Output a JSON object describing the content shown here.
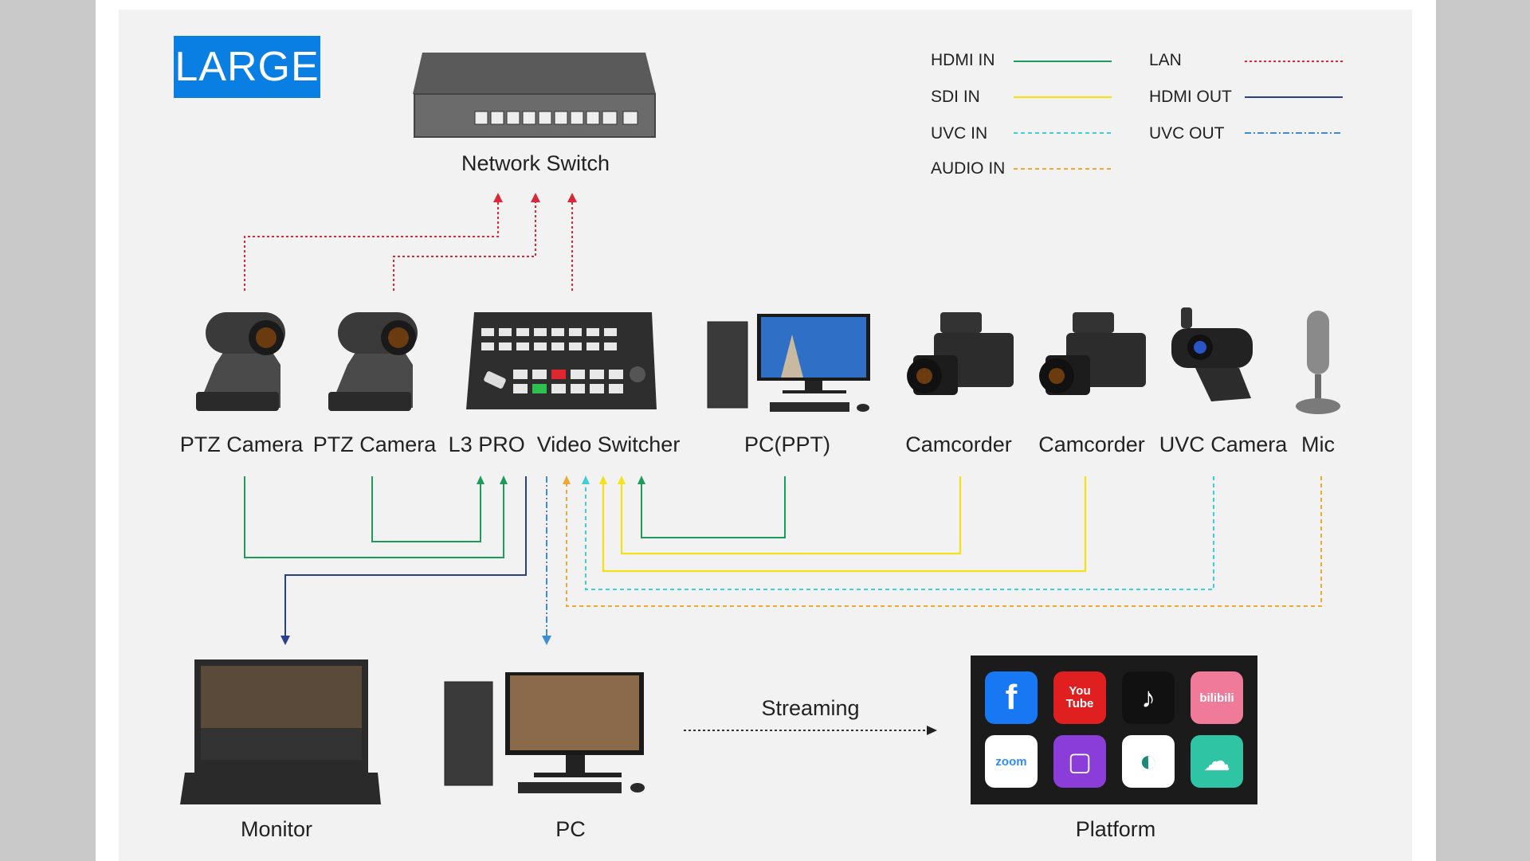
{
  "badge": "LARGE",
  "devices": {
    "network_switch": "Network Switch",
    "ptz_camera_1": "PTZ Camera",
    "ptz_camera_2": "PTZ Camera",
    "switcher": "L3 PRO  Video Switcher",
    "pc_ppt": "PC(PPT)",
    "camcorder_1": "Camcorder",
    "camcorder_2": "Camcorder",
    "uvc_camera": "UVC Camera",
    "mic": "Mic",
    "monitor": "Monitor",
    "pc": "PC",
    "platform": "Platform"
  },
  "streaming": "Streaming",
  "legend": [
    {
      "label": "HDMI IN",
      "color": "#1e9a5a",
      "style": "solid"
    },
    {
      "label": "SDI IN",
      "color": "#f2e21a",
      "style": "solid"
    },
    {
      "label": "UVC IN",
      "color": "#3ccfd6",
      "style": "dashed"
    },
    {
      "label": "AUDIO IN",
      "color": "#f0a830",
      "style": "dashed"
    },
    {
      "label": "LAN",
      "color": "#d8283a",
      "style": "dotted"
    },
    {
      "label": "HDMI OUT",
      "color": "#2b3f8f",
      "style": "solid"
    },
    {
      "label": "UVC OUT",
      "color": "#3b8fd6",
      "style": "dashdot"
    }
  ],
  "platform_apps": [
    {
      "icon": "facebook-icon",
      "text": "f",
      "color": "#1877f2"
    },
    {
      "icon": "youtube-icon",
      "text": "You Tube",
      "color": "#e02020"
    },
    {
      "icon": "tiktok-icon",
      "text": "♪",
      "color": "#111111"
    },
    {
      "icon": "bilibili-icon",
      "text": "bilibili",
      "color": "#f07a9a"
    },
    {
      "icon": "zoom-icon",
      "text": "zoom",
      "color": "#ffffff"
    },
    {
      "icon": "twitch-icon",
      "text": "▢",
      "color": "#8a3dd8"
    },
    {
      "icon": "wirecast-icon",
      "text": "◐",
      "color": "#ffffff"
    },
    {
      "icon": "youtube-cloud-icon",
      "text": "☁",
      "color": "#2ec4a4"
    }
  ]
}
